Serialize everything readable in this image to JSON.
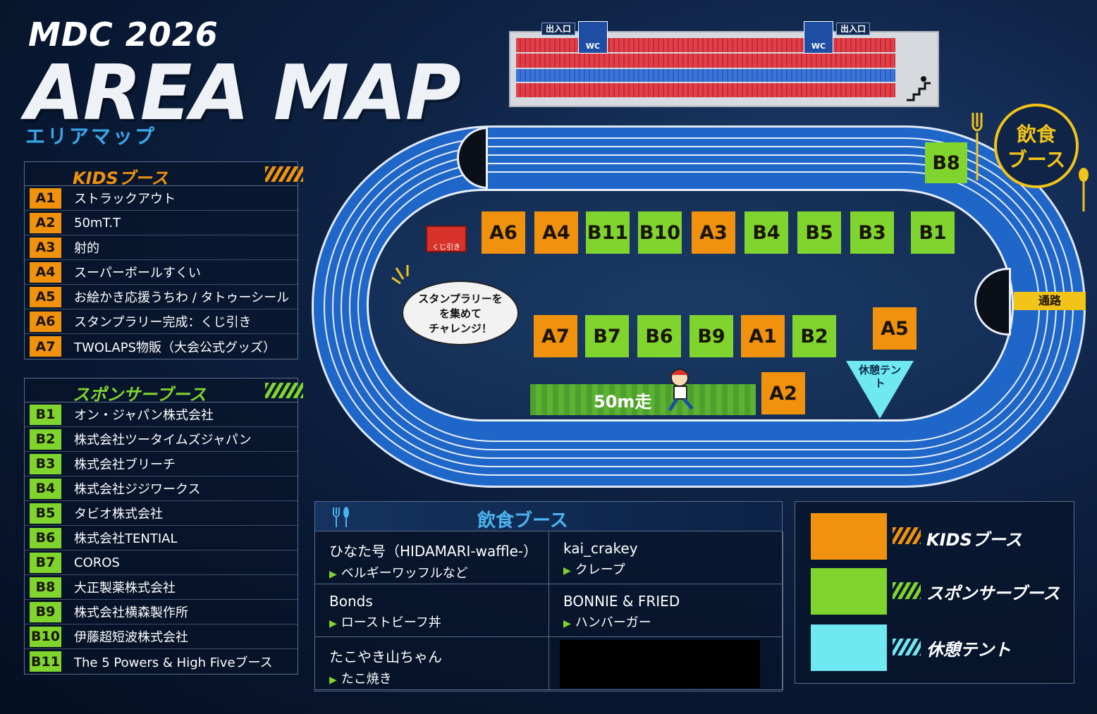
{
  "title": {
    "event": "MDC 2026",
    "main": "AREA MAP",
    "sub": "エリアマップ"
  },
  "colors": {
    "kids": "#f0920e",
    "sponsor": "#7fd42e",
    "rest": "#6fe8f2",
    "food": "#f2c318"
  },
  "kids_panel": {
    "heading": "KIDSブース",
    "items": [
      {
        "code": "A1",
        "label": "ストラックアウト"
      },
      {
        "code": "A2",
        "label": "50mT.T"
      },
      {
        "code": "A3",
        "label": "射的"
      },
      {
        "code": "A4",
        "label": "スーパーボールすくい"
      },
      {
        "code": "A5",
        "label": "お絵かき応援うちわ / タトゥーシール"
      },
      {
        "code": "A6",
        "label": "スタンプラリー完成：くじ引き"
      },
      {
        "code": "A7",
        "label": "TWOLAPS物販（大会公式グッズ）"
      }
    ]
  },
  "sponsor_panel": {
    "heading": "スポンサーブース",
    "items": [
      {
        "code": "B1",
        "label": "オン・ジャパン株式会社"
      },
      {
        "code": "B2",
        "label": "株式会社ツータイムズジャパン"
      },
      {
        "code": "B3",
        "label": "株式会社ブリーチ"
      },
      {
        "code": "B4",
        "label": "株式会社ジジワークス"
      },
      {
        "code": "B5",
        "label": "タビオ株式会社"
      },
      {
        "code": "B6",
        "label": "株式会社TENTIAL"
      },
      {
        "code": "B7",
        "label": "COROS"
      },
      {
        "code": "B8",
        "label": "大正製薬株式会社"
      },
      {
        "code": "B9",
        "label": "株式会社横森製作所"
      },
      {
        "code": "B10",
        "label": "伊藤超短波株式会社"
      },
      {
        "code": "B11",
        "label": "The 5 Powers & High Fiveブース"
      }
    ]
  },
  "stands": {
    "gate_left": "出入口",
    "gate_right": "出入口",
    "wc": "WC"
  },
  "map": {
    "top_row": [
      "A6",
      "A4",
      "B11",
      "B10",
      "A3",
      "B4",
      "B5",
      "B3",
      "B1"
    ],
    "bottom_row": [
      "A7",
      "B7",
      "B6",
      "B9",
      "A1",
      "B2"
    ],
    "a5": "A5",
    "a2": "A2",
    "b8": "B8",
    "run_label": "50m走",
    "rest_label": "休憩テント",
    "bubble": "スタンプラリーをを集めてチャレンジ！",
    "bubble_l1": "スタンプラリーを",
    "bubble_l2": "を集めて",
    "bubble_l3": "チャレンジ！",
    "passage": "通路",
    "food_circle_l1": "飲食",
    "food_circle_l2": "ブース",
    "lottery": "くじ引き"
  },
  "food": {
    "heading": "飲食ブース",
    "vendors": [
      {
        "name": "ひなた号（HIDAMARI-waffle-）",
        "item": "ベルギーワッフルなど"
      },
      {
        "name": "kai_crakey",
        "item": "クレープ"
      },
      {
        "name": "Bonds",
        "item": "ローストビーフ丼"
      },
      {
        "name": "BONNIE & FRIED",
        "item": "ハンバーガー"
      },
      {
        "name": "たこやき山ちゃん",
        "item": "たこ焼き"
      }
    ]
  },
  "legend": {
    "kids": "KIDSブース",
    "sponsor": "スポンサーブース",
    "rest": "休憩テント"
  }
}
